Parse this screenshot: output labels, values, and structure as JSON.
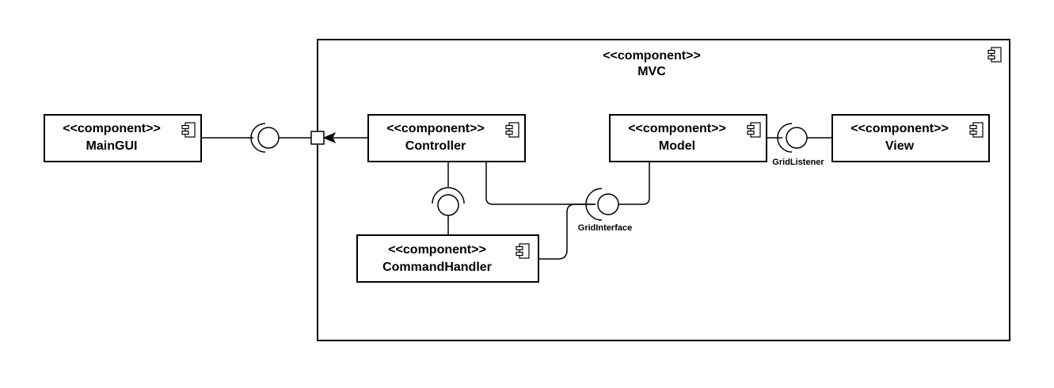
{
  "diagram": {
    "container": {
      "stereotype": "<<component>>",
      "name": "MVC"
    },
    "components": {
      "main_gui": {
        "stereotype": "<<component>>",
        "name": "MainGUI"
      },
      "controller": {
        "stereotype": "<<component>>",
        "name": "Controller"
      },
      "model": {
        "stereotype": "<<component>>",
        "name": "Model"
      },
      "view": {
        "stereotype": "<<component>>",
        "name": "View"
      },
      "command_handler": {
        "stereotype": "<<component>>",
        "name": "CommandHandler"
      }
    },
    "interfaces": {
      "grid_listener": "GridListener",
      "grid_interface": "GridInterface"
    },
    "icons": {
      "component": "uml-component-icon"
    }
  }
}
